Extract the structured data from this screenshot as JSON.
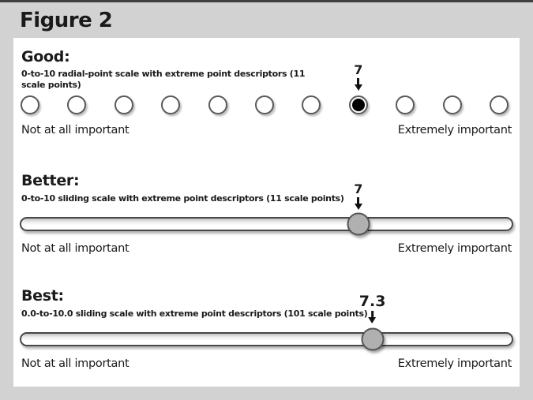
{
  "figure": {
    "title": "Figure 2"
  },
  "colors": {
    "page_background": "#d2d2d2",
    "panel_background": "#ffffff",
    "text": "#1a1a1a",
    "slider_handle": "#b0b0b0",
    "selected_point": "#000000",
    "control_border": "#5a5a5a"
  },
  "sections": [
    {
      "heading": "Good:",
      "description": "0-to-10 radial-point scale with extreme point descriptors (11 scale points)",
      "control": "radio-scale",
      "scale_points": 11,
      "min": 0,
      "max": 10,
      "value": 7,
      "annotation": "7",
      "left_label": "Not at all important",
      "right_label": "Extremely important"
    },
    {
      "heading": "Better:",
      "description": "0-to-10 sliding scale with extreme point descriptors (11 scale points)",
      "control": "sliding-scale",
      "scale_points": 11,
      "min": 0,
      "max": 10,
      "value": 7,
      "annotation": "7",
      "left_label": "Not at all important",
      "right_label": "Extremely important"
    },
    {
      "heading": "Best:",
      "description": "0.0-to-10.0 sliding scale with extreme point descriptors (101 scale points)",
      "control": "sliding-scale",
      "scale_points": 101,
      "min": 0,
      "max": 10,
      "value": 7.3,
      "annotation": "7.3",
      "left_label": "Not at all important",
      "right_label": "Extremely important"
    }
  ]
}
